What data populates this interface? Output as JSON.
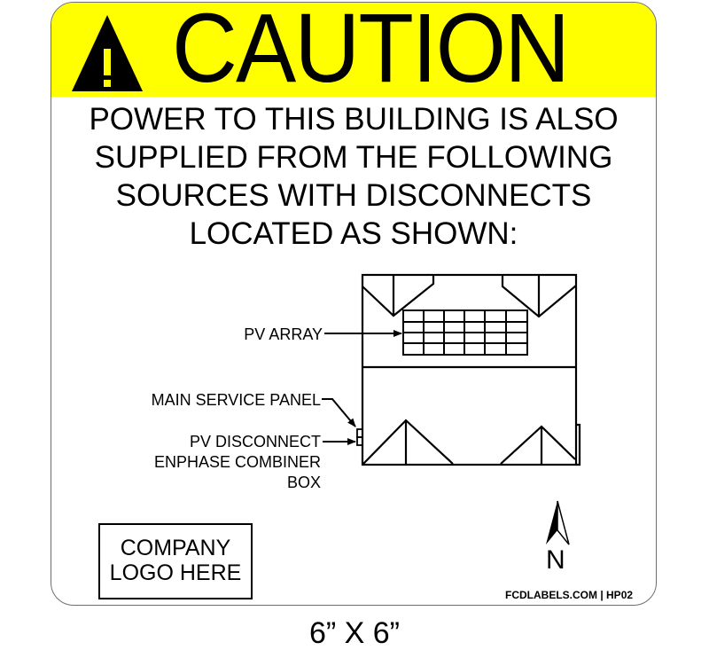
{
  "sign": {
    "header": {
      "title": "CAUTION",
      "icon": "warning-triangle-icon",
      "background_color": "#ffff00",
      "text_color": "#000000"
    },
    "message_lines": [
      "POWER TO THIS BUILDING IS ALSO",
      "SUPPLIED FROM THE FOLLOWING",
      "SOURCES WITH DISCONNECTS",
      "LOCATED AS SHOWN:"
    ],
    "diagram": {
      "labels": {
        "pv_array": "PV ARRAY",
        "main_service_panel": "MAIN SERVICE PANEL",
        "pv_disconnect": "PV DISCONNECT",
        "combiner_line1": "ENPHASE COMBINER",
        "combiner_line2": "BOX"
      },
      "pv_array_grid": {
        "rows": 4,
        "cols": 6
      },
      "north_arrow_label": "N"
    },
    "logo_placeholder": {
      "line1": "COMPANY",
      "line2": "LOGO HERE"
    },
    "brand_footer": "FCDLABELS.COM | HP02"
  },
  "size_caption": "6” X 6”"
}
